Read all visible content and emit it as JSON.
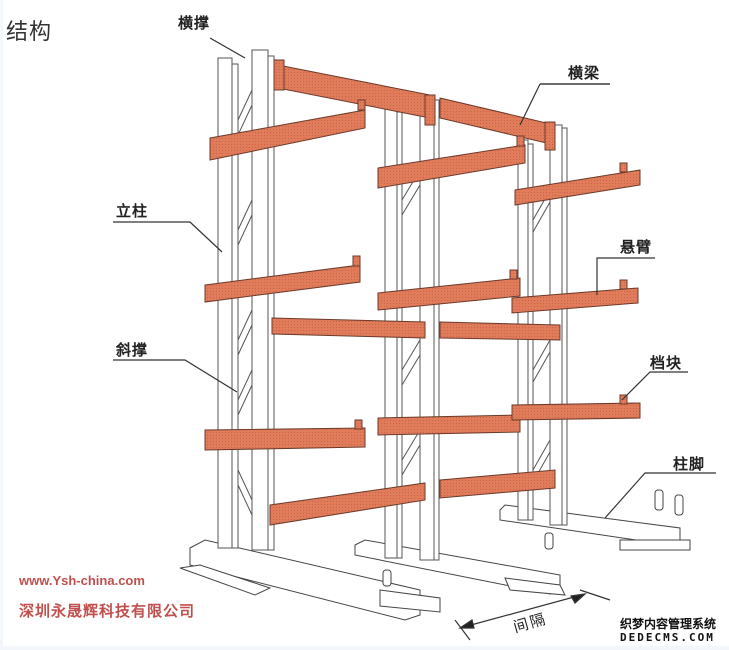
{
  "title": "结构",
  "labels": {
    "cross_brace_top": "横撑",
    "beam": "横梁",
    "column": "立柱",
    "arm": "悬臂",
    "diagonal_brace": "斜撑",
    "stopper": "档块",
    "base": "柱脚",
    "spacing": "间隔"
  },
  "footer": {
    "url": "www.Ysh-china.com",
    "company": "深圳永晟辉科技有限公司"
  },
  "watermark": {
    "line1": "织梦内容管理系统",
    "line2": "DEDECMS.COM"
  },
  "colors": {
    "steel_orange": "#df7a58",
    "steel_outline": "#6b3a2a",
    "frame": "#ffffff",
    "frame_line": "#555555",
    "company_red": "#c0504d"
  }
}
